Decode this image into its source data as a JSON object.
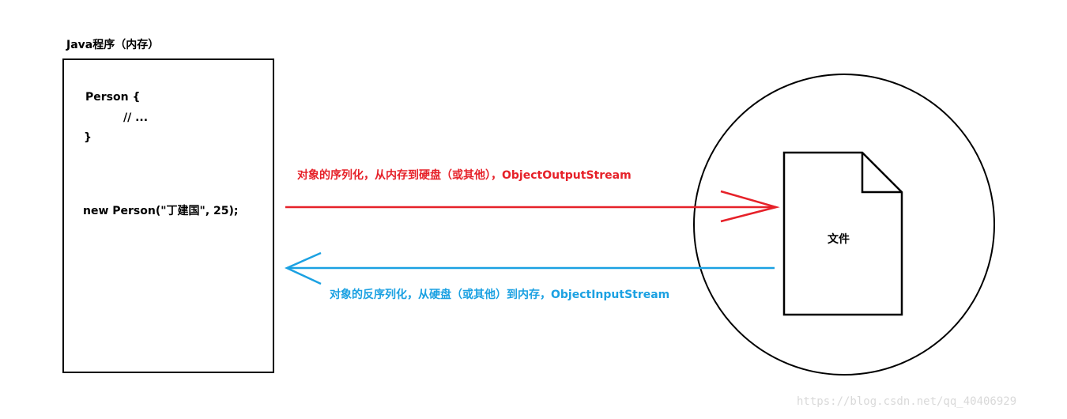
{
  "memory": {
    "title": "Java程序（内存）",
    "code_lines": [
      "Person {",
      "// ...",
      "}",
      "new Person(\"丁建国\", 25);"
    ]
  },
  "serialize": {
    "label": "对象的序列化，从内存到硬盘（或其他），ObjectOutputStream",
    "color": "#e62129"
  },
  "deserialize": {
    "label": "对象的反序列化，从硬盘（或其他）到内存，ObjectInputStream",
    "color": "#1ba1e2"
  },
  "storage": {
    "file_label": "文件"
  },
  "watermark": "https://blog.csdn.net/qq_40406929"
}
